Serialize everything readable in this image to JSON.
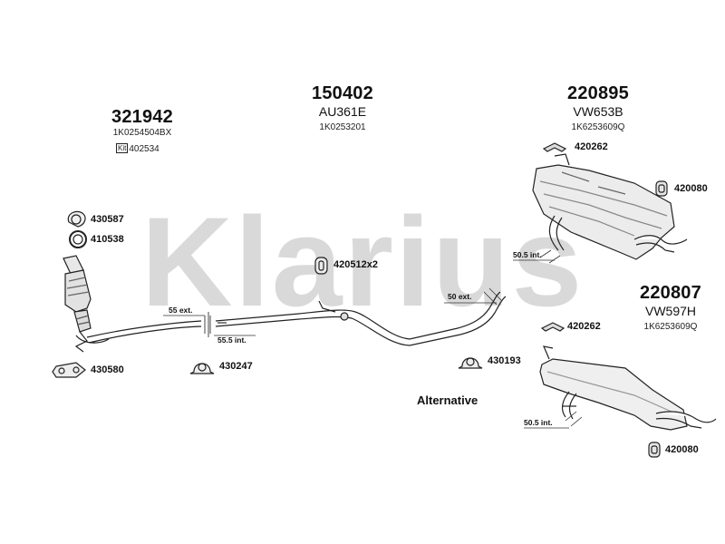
{
  "watermark": {
    "text": "Klarius"
  },
  "groups": [
    {
      "id": "321942",
      "code": "",
      "ref": "1K0254504BX",
      "kit_label": "Kit",
      "kit_ref": "402534"
    },
    {
      "id": "150402",
      "code": "AU361E",
      "ref": "1K0253201"
    },
    {
      "id": "220895",
      "code": "VW653B",
      "ref": "1K6253609Q"
    },
    {
      "id": "220807",
      "code": "VW597H",
      "ref": "1K6253609Q"
    }
  ],
  "parts": [
    {
      "label": "430587"
    },
    {
      "label": "410538"
    },
    {
      "label": "420512x2"
    },
    {
      "label": "420262"
    },
    {
      "label": "420080"
    },
    {
      "label": "420262"
    },
    {
      "label": "430580"
    },
    {
      "label": "430247"
    },
    {
      "label": "430193"
    },
    {
      "label": "420080"
    }
  ],
  "measurements": [
    {
      "label": "55 ext."
    },
    {
      "label": "55.5 int."
    },
    {
      "label": "50 ext."
    },
    {
      "label": "50.5 int."
    },
    {
      "label": "50.5 int."
    }
  ],
  "alternative_label": "Alternative"
}
